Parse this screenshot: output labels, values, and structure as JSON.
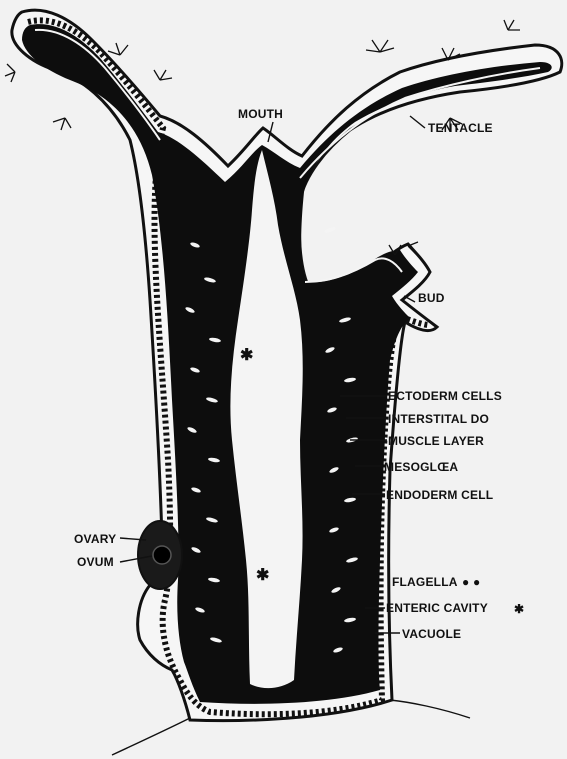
{
  "labels": {
    "mouth": "MOUTH",
    "tentacle": "TENTACLE",
    "bud": "BUD",
    "ectoderm_cells": "ECTODERM CELLS",
    "interstitial": "INTERSTITAL DO",
    "muscle_layer": "MUSCLE LAYER",
    "mesogloea": "MESOGLŒA",
    "endoderm_cell": "ENDODERM CELL",
    "ovary": "OVARY",
    "ovum": "OVUM",
    "flagella": "FLAGELLA",
    "flagella_symbol": "● ●",
    "enteric_cavity": "ENTERIC CAVITY",
    "enteric_symbol": "✱",
    "vacuole": "VACUOLE"
  },
  "colors": {
    "background": "#f2f2f2",
    "ink": "#111111",
    "cavity": "#f4f4f4"
  }
}
